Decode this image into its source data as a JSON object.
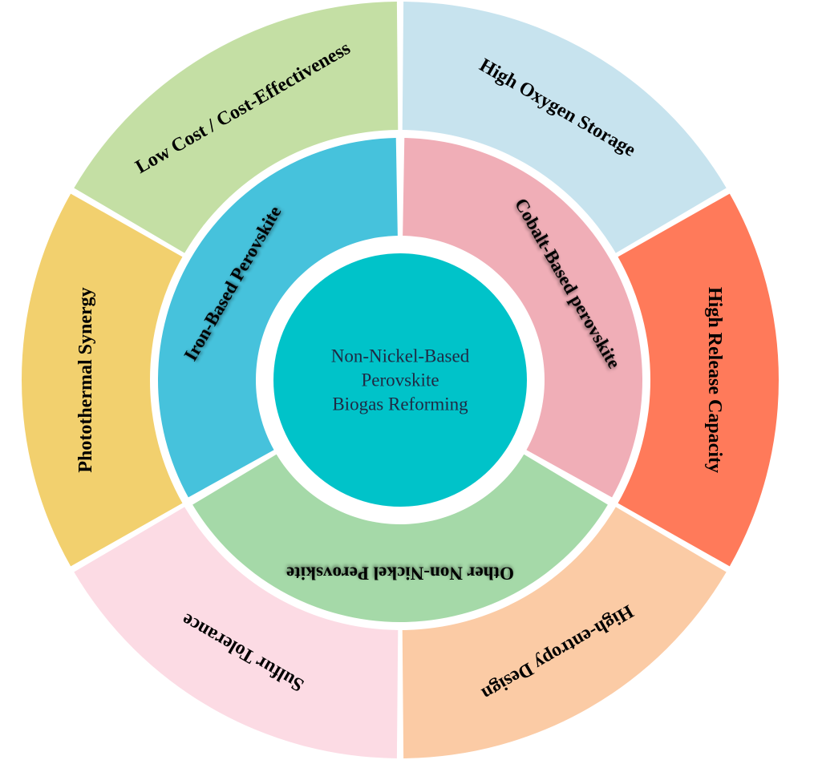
{
  "diagram": {
    "center": {
      "lines": [
        "Non-Nickel-Based",
        "Perovskite",
        "Biogas Reforming"
      ],
      "color": "#00C3C9"
    },
    "inner_ring": [
      {
        "label": "Cobalt-Based perovskite",
        "color": "#F0AEB7"
      },
      {
        "label": "Other Non-Nickel Perovskite",
        "color": "#A5D9A8"
      },
      {
        "label": "Iron-Based Perovskite",
        "color": "#46C2DC"
      }
    ],
    "outer_ring": [
      {
        "label": "High Oxygen Storage",
        "color": "#C7E3EE"
      },
      {
        "label": "High Release Capacity",
        "color": "#FF7A5A"
      },
      {
        "label": "High-entropy Design",
        "color": "#FBCBA5"
      },
      {
        "label": "Sulfur Tolerance",
        "color": "#FCDBE4"
      },
      {
        "label": "Photothermal Synergy",
        "color": "#F2D06E"
      },
      {
        "label": "Low Cost / Cost-Effectiveness",
        "color": "#C4DFA4"
      }
    ]
  }
}
